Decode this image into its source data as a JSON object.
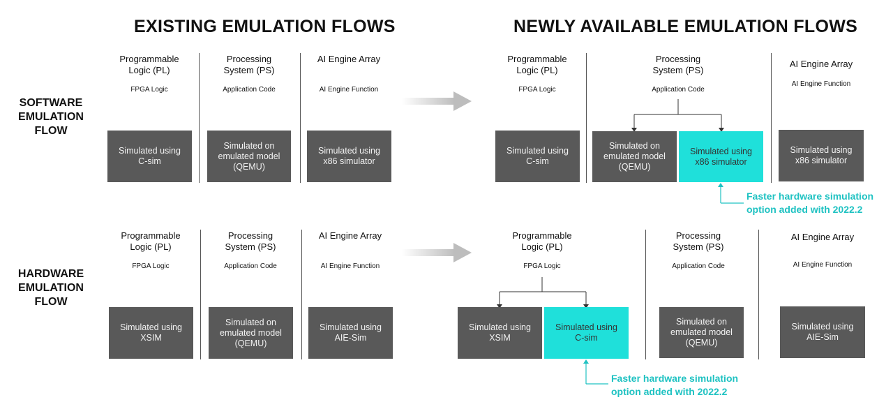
{
  "titles": {
    "existing": "EXISTING EMULATION FLOWS",
    "new": "NEWLY AVAILABLE EMULATION FLOWS"
  },
  "rows": {
    "software": "SOFTWARE\nEMULATION\nFLOW",
    "hardware": "HARDWARE\nEMULATION\nFLOW"
  },
  "columns": {
    "pl": {
      "title": "Programmable\nLogic (PL)",
      "sub": "FPGA Logic"
    },
    "ps": {
      "title": "Processing\nSystem (PS)",
      "sub": "Application Code"
    },
    "aie": {
      "title": "AI Engine Array",
      "sub": "AI Engine Function"
    }
  },
  "boxes": {
    "csim": "Simulated using\nC-sim",
    "qemu": "Simulated on\nemulated model\n(QEMU)",
    "x86": "Simulated using\nx86 simulator",
    "xsim": "Simulated using\nXSIM",
    "aiesim": "Simulated using\nAIE-Sim"
  },
  "notes": {
    "software": "Faster hardware simulation\noption added with 2022.2",
    "hardware": "Faster hardware simulation\noption added with 2022.2"
  },
  "colors": {
    "box": "#595959",
    "highlight": "#1fe0da",
    "note": "#1fc2c2",
    "arrow": "#c8c8c8"
  }
}
